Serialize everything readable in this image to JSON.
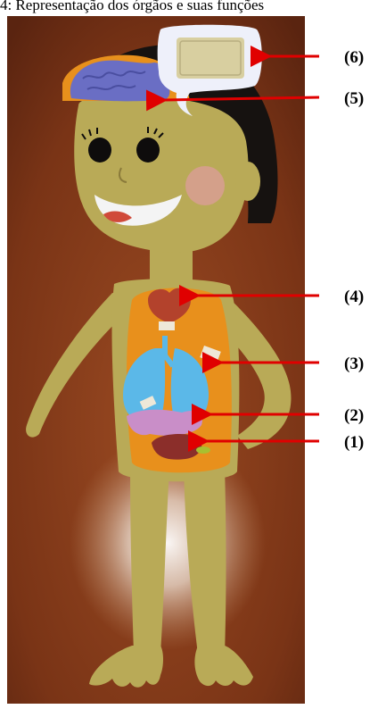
{
  "caption": "4: Representação dos órgãos e suas funções",
  "labels": [
    {
      "id": "6",
      "text": "(6)"
    },
    {
      "id": "5",
      "text": "(5)"
    },
    {
      "id": "4",
      "text": "(4)"
    },
    {
      "id": "3",
      "text": "(3)"
    },
    {
      "id": "2",
      "text": "(2)"
    },
    {
      "id": "1",
      "text": "(1)"
    }
  ],
  "colors": {
    "background": "#7a3416",
    "skin": "#b9aa57",
    "hair": "#161210",
    "torso_panel": "#e8901c",
    "brain": "#6a6ec4",
    "thought_bubble": "#eef0fa",
    "heart": "#b3422c",
    "lungs": "#5bb8e8",
    "stomach": "#c98ec8",
    "liver": "#8b2e2a",
    "arrow": "#e00000"
  }
}
